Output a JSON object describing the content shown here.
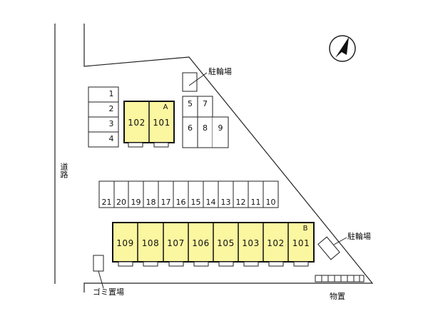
{
  "map": {
    "road_label": "道路",
    "bike_parking_top_label": "駐輪場",
    "bike_parking_right_label": "駐輪場",
    "garbage_label": "ゴミ置場",
    "storage_label": "物置",
    "building_a": {
      "tag": "A",
      "units": [
        "102",
        "101"
      ],
      "fill": "#fbf6a0"
    },
    "building_b": {
      "tag": "B",
      "units": [
        "109",
        "108",
        "107",
        "106",
        "105",
        "103",
        "102",
        "101"
      ],
      "fill": "#fbf6a0"
    },
    "parking_left": [
      "1",
      "2",
      "3",
      "4"
    ],
    "parking_middle": [
      "5",
      "7",
      "6",
      "8",
      "9"
    ],
    "parking_row": [
      "21",
      "20",
      "19",
      "18",
      "17",
      "16",
      "15",
      "14",
      "13",
      "12",
      "11",
      "10"
    ],
    "compass": "north-arrow-icon"
  }
}
